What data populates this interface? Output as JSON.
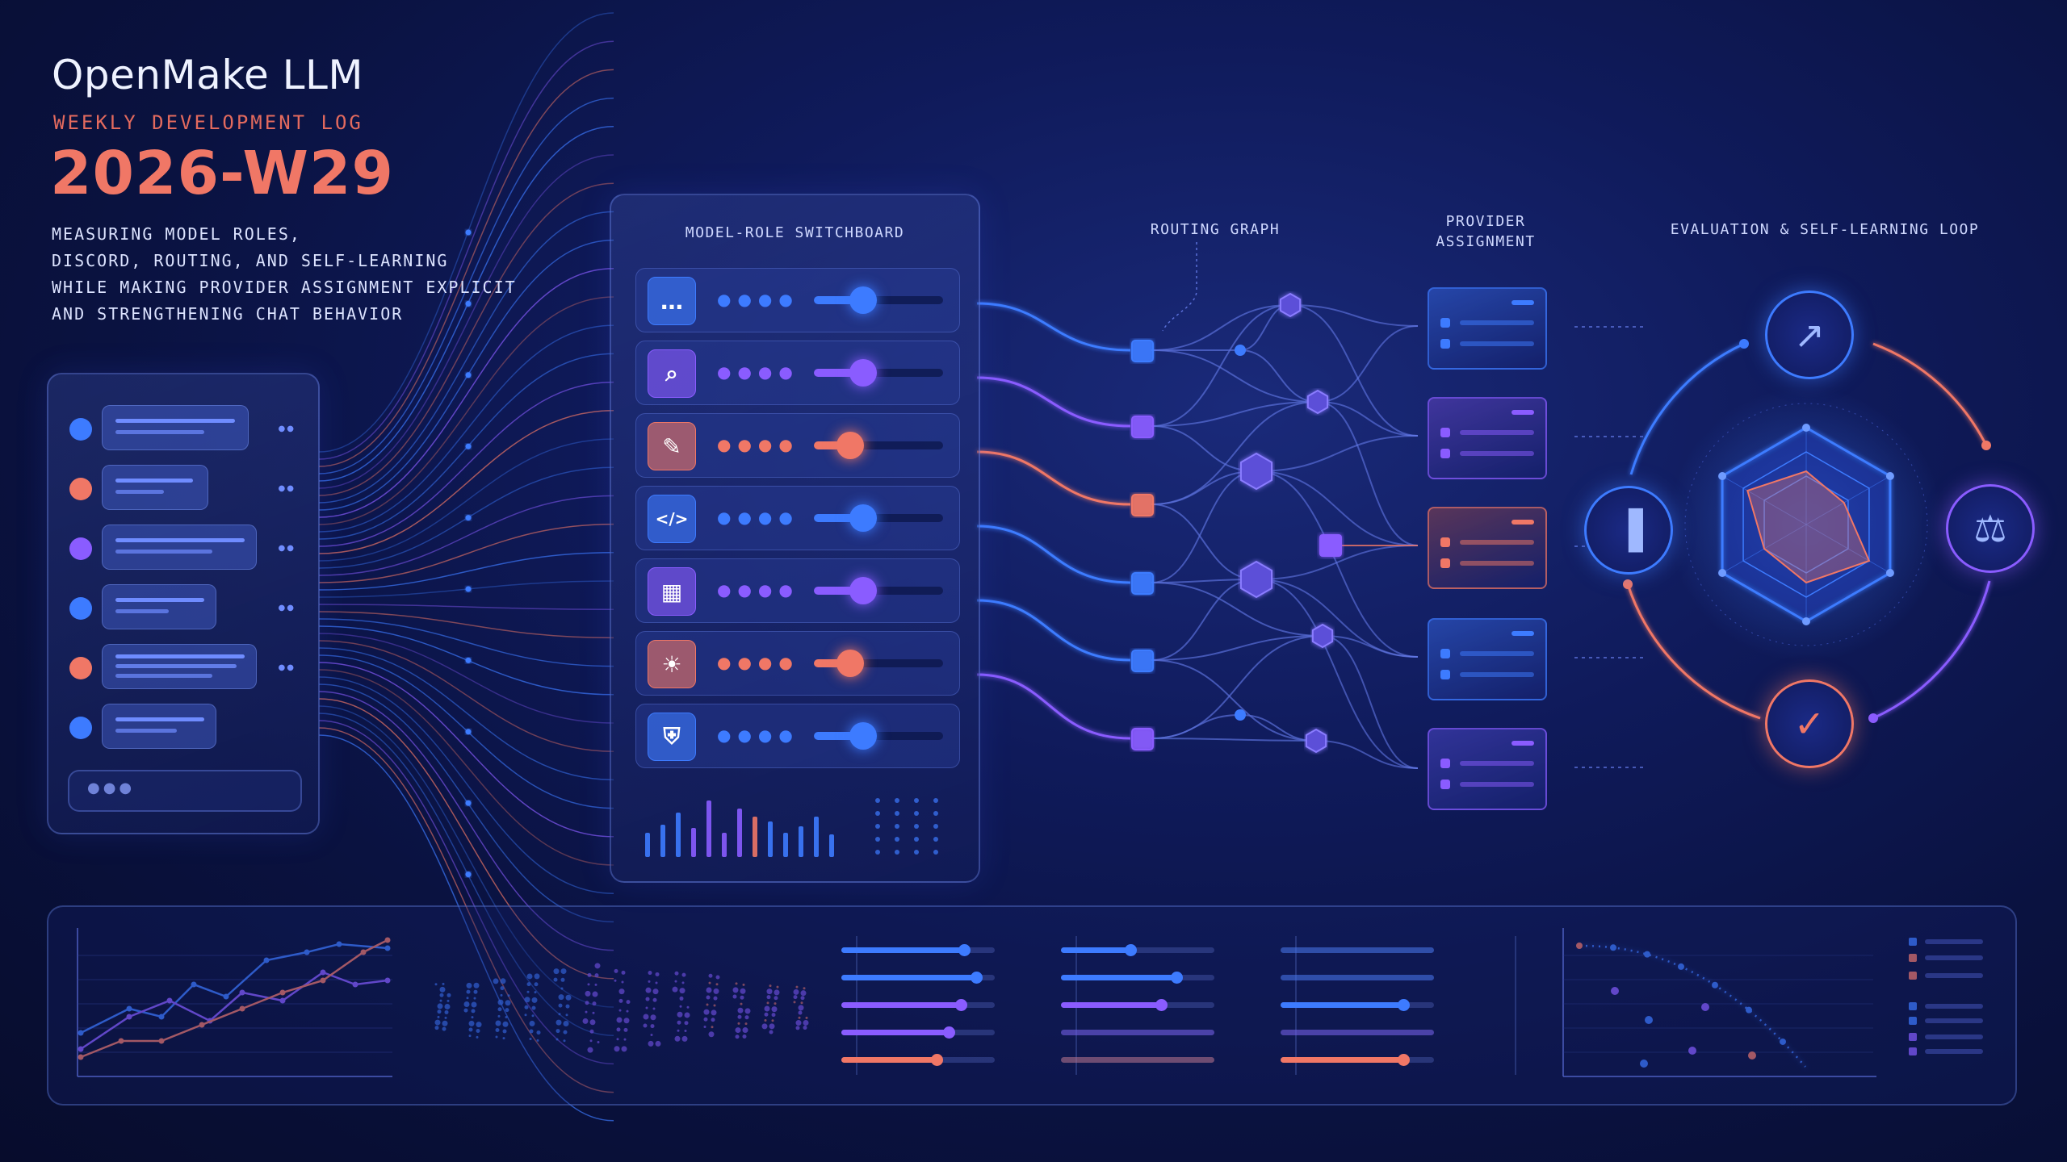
{
  "header": {
    "title": "OpenMake LLM",
    "subtitle": "WEEKLY DEVELOPMENT LOG",
    "week": "2026-W29",
    "description_lines": [
      "MEASURING MODEL ROLES,",
      "DISCORD, ROUTING, AND SELF-LEARNING",
      "WHILE MAKING PROVIDER ASSIGNMENT EXPLICIT",
      "AND STRENGTHENING CHAT BEHAVIOR"
    ]
  },
  "sections": {
    "switchboard": "MODEL-ROLE SWITCHBOARD",
    "routing": "ROUTING GRAPH",
    "provider_line1": "PROVIDER",
    "provider_line2": "ASSIGNMENT",
    "loop": "EVALUATION & SELF-LEARNING LOOP"
  },
  "switchboard_rows": [
    {
      "icon": "chat-bubble-icon",
      "glyph": "…",
      "accent": "#3d7bff",
      "level": 0.15
    },
    {
      "icon": "search-icon",
      "glyph": "⌕",
      "accent": "#8a5cff",
      "level": 0.15
    },
    {
      "icon": "pencil-icon",
      "glyph": "✎",
      "accent": "#f07766",
      "level": 0.05
    },
    {
      "icon": "code-icon",
      "glyph": "</>",
      "accent": "#3d7bff",
      "level": 0.15
    },
    {
      "icon": "grid-icon",
      "glyph": "▦",
      "accent": "#8a5cff",
      "level": 0.15
    },
    {
      "icon": "lightbulb-icon",
      "glyph": "☀",
      "accent": "#f07766",
      "level": 0.05
    },
    {
      "icon": "shield-icon",
      "glyph": "⛨",
      "accent": "#3d7bff",
      "level": 0.15
    }
  ],
  "loop_nodes": [
    {
      "name": "trend-chart-icon",
      "glyph": "↗"
    },
    {
      "name": "scales-icon",
      "glyph": "⚖"
    },
    {
      "name": "checkmark-icon",
      "glyph": "✓"
    },
    {
      "name": "bar-chart-icon",
      "glyph": "▐"
    }
  ],
  "colors": {
    "blue": "#3d7bff",
    "purple": "#8a5cff",
    "coral": "#f07766",
    "background": "#0a1240"
  },
  "bottom_sliders": [
    {
      "color": "#3d7bff",
      "level": 0.8
    },
    {
      "color": "#3d7bff",
      "level": 0.88
    },
    {
      "color": "#8a5cff",
      "level": 0.78
    },
    {
      "color": "#8a5cff",
      "level": 0.7
    },
    {
      "color": "#f07766",
      "level": 0.62
    },
    {
      "color": "#3d7bff",
      "level": 0.45
    },
    {
      "color": "#3d7bff",
      "level": 0.75
    },
    {
      "color": "#8a5cff",
      "level": 0.65
    },
    {
      "color": "#8a5cff",
      "level": 0.0
    },
    {
      "color": "#f07766",
      "level": 0.0
    },
    {
      "color": "#3d7bff",
      "level": 0.0
    },
    {
      "color": "#3d7bff",
      "level": 0.0
    },
    {
      "color": "#3d7bff",
      "level": 0.8
    },
    {
      "color": "#8a5cff",
      "level": 0.0
    },
    {
      "color": "#f07766",
      "level": 0.8
    }
  ]
}
